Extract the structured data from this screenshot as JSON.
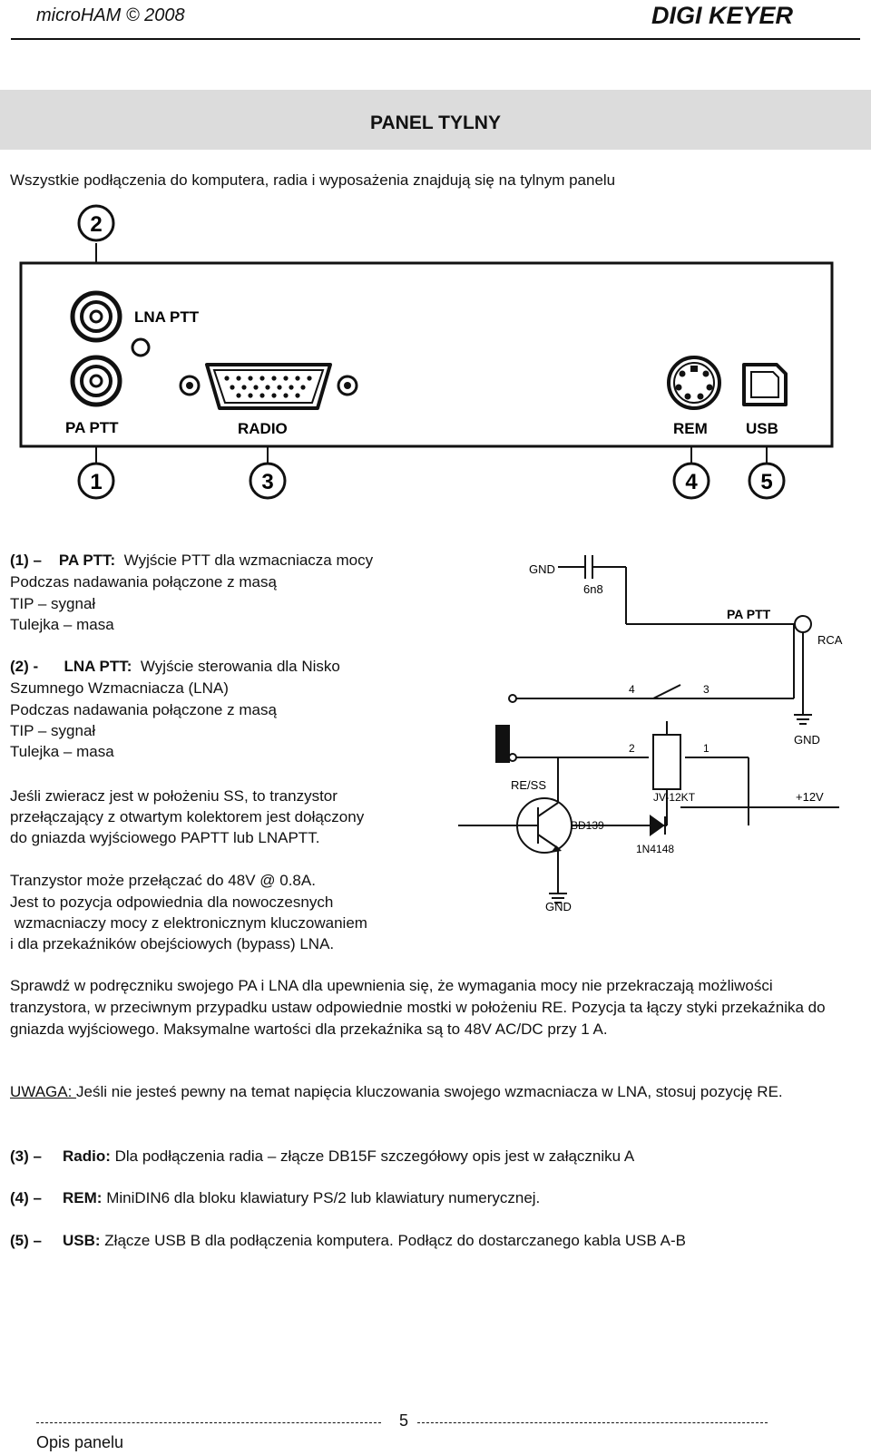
{
  "header": {
    "left": "microHAM © 2008",
    "right": "DIGI KEYER"
  },
  "section_title": "PANEL TYLNY",
  "intro": "Wszystkie podłączenia do komputera, radia i wyposażenia znajdują się na tylnym panelu",
  "panel": {
    "labels": {
      "lna_ptt": "LNA PTT",
      "pa_ptt": "PA PTT",
      "radio": "RADIO",
      "rem": "REM",
      "usb": "USB"
    },
    "callouts": [
      "2",
      "1",
      "3",
      "4",
      "5"
    ]
  },
  "item1": {
    "num": "(1) –",
    "name": "PA PTT:",
    "desc": "Wyjście PTT dla wzmacniacza mocy",
    "lines": [
      "Podczas nadawania połączone z masą",
      "TIP – sygnał",
      "Tulejka – masa"
    ]
  },
  "item2": {
    "num": "(2) -",
    "name": "LNA PTT:",
    "desc": "Wyjście sterowania dla Nisko",
    "lines": [
      "Szumnego Wzmacniacza (LNA)",
      "Podczas nadawania połączone z masą",
      "TIP – sygnał",
      "Tulejka – masa"
    ]
  },
  "switch_note": [
    "Jeśli zwieracz jest w położeniu SS, to tranzystor",
    "przełączający z otwartym kolektorem jest dołączony",
    "do gniazda wyjściowego PAPTT lub LNAPTT."
  ],
  "transistor_note": [
    "Tranzystor może przełączać do 48V @ 0.8A.",
    "Jest to pozycja odpowiednia dla nowoczesnych",
    " wzmacniaczy mocy z elektronicznym kluczowaniem",
    "i dla przekaźników obejściowych (bypass) LNA."
  ],
  "check_para": "Sprawdź w podręczniku  swojego PA i LNA dla upewnienia się, że wymagania mocy nie przekraczają możliwości tranzystora, w przeciwnym przypadku ustaw odpowiednie mostki w położeniu RE. Pozycja ta łączy styki przekaźnika do gniazda wyjściowego.  Maksymalne wartości dla przekaźnika są to 48V AC/DC przy 1 A.",
  "warning": {
    "label": "UWAGA: ",
    "text": "Jeśli nie jesteś pewny na temat napięcia kluczowania swojego wzmacniacza w LNA, stosuj pozycję RE."
  },
  "item3": {
    "num": "(3) –",
    "name": "Radio:",
    "desc": "Dla podłączenia radia – złącze DB15F szczegółowy opis jest w załączniku A"
  },
  "item4": {
    "num": "(4) –",
    "name": "REM:",
    "desc": "MiniDIN6 dla bloku klawiatury PS/2 lub klawiatury numerycznej."
  },
  "item5": {
    "num": "(5) –",
    "name": "USB:",
    "desc": "Złącze USB B dla podłączenia komputera. Podłącz do dostarczanego kabla USB A-B"
  },
  "schematic": {
    "gnd": "GND",
    "cap": "6n8",
    "pa_ptt": "PA PTT",
    "rca": "RCA",
    "pin4": "4",
    "pin3": "3",
    "pin2": "2",
    "pin1": "1",
    "gnd_right": "GND",
    "re_ss": "RE/SS",
    "relay": "JV-12KT",
    "v12": "+12V",
    "transistor": "BD139",
    "diode": "1N4148",
    "gnd_bottom": "GND"
  },
  "footer": {
    "page": "5",
    "label": "Opis panelu"
  }
}
